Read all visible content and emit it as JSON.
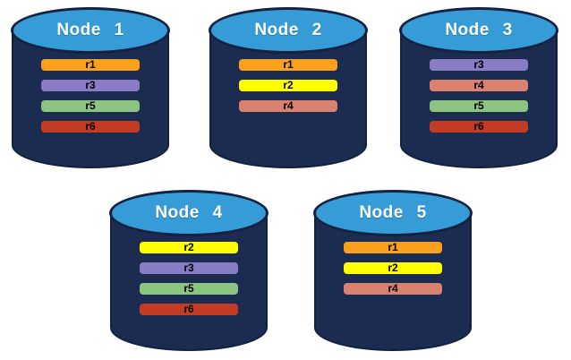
{
  "diagram": {
    "background": "#FFFFFF",
    "node_count": 5,
    "cylinder_body_color": "#1B2C50",
    "cylinder_top_color": "#359CD7",
    "cylinder_outline_color": "#142140",
    "title_text_color": "#FFFFFF",
    "replica_text_color": "#000000"
  },
  "replica_colors": {
    "r1": "#F9A11C",
    "r2": "#FFFF00",
    "r3": "#8A7CC4",
    "r4": "#D98270",
    "r5": "#8CC481",
    "r6": "#C43B24"
  },
  "nodes": [
    {
      "label": "Node 1",
      "replicas": [
        "r1",
        "r3",
        "r5",
        "r6"
      ]
    },
    {
      "label": "Node 2",
      "replicas": [
        "r1",
        "r2",
        "r4"
      ]
    },
    {
      "label": "Node 3",
      "replicas": [
        "r3",
        "r4",
        "r5",
        "r6"
      ]
    },
    {
      "label": "Node 4",
      "replicas": [
        "r2",
        "r3",
        "r5",
        "r6"
      ]
    },
    {
      "label": "Node 5",
      "replicas": [
        "r1",
        "r2",
        "r4"
      ]
    }
  ]
}
